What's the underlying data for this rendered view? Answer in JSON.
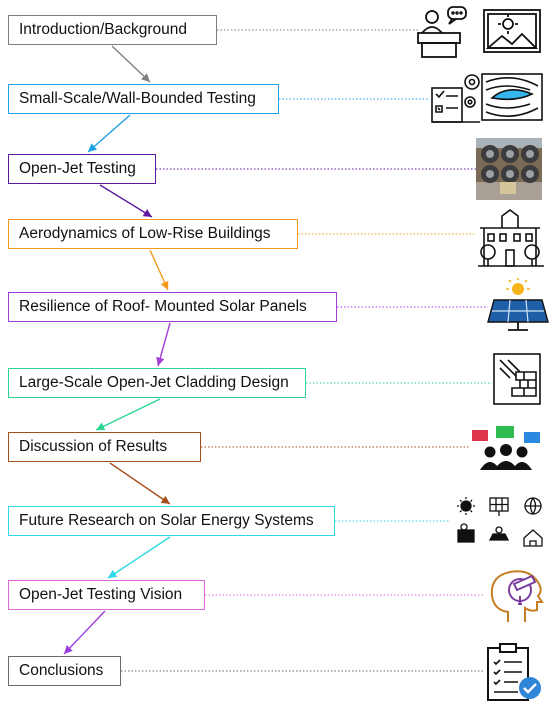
{
  "steps": [
    {
      "label": "Introduction/Background",
      "color": "#7f7f7f",
      "icon": "presenter-icon",
      "icon2": "landscape-icon"
    },
    {
      "label": "Small-Scale/Wall-Bounded Testing",
      "color": "#1fa2e6",
      "icon": "testing-gears-icon",
      "icon2": "airflow-wing-icon"
    },
    {
      "label": "Open-Jet Testing",
      "color": "#5b1a9e",
      "icon": "fan-array-photo-icon"
    },
    {
      "label": "Aerodynamics of Low-Rise Buildings",
      "color": "#f39a1e",
      "icon": "low-rise-building-icon"
    },
    {
      "label": "Resilience of Roof- Mounted Solar Panels",
      "color": "#a43ed8",
      "icon": "solar-panel-icon"
    },
    {
      "label": "Large-Scale Open-Jet Cladding Design",
      "color": "#2bd48f",
      "icon": "cladding-wall-icon"
    },
    {
      "label": "Discussion of Results",
      "color": "#a4501a",
      "icon": "discussion-group-icon"
    },
    {
      "label": "Future Research on Solar Energy Systems",
      "color": "#2cd9e6",
      "icon": "solar-energy-grid-icon"
    },
    {
      "label": "Open-Jet Testing Vision",
      "color": "#e06bdc",
      "icon": "vision-head-icon"
    },
    {
      "label": "Conclusions",
      "color": "#6a6a6a",
      "icon": "checklist-icon"
    }
  ],
  "arrow_colors": [
    "#7f7f7f",
    "#1fa2e6",
    "#5b1a9e",
    "#f39a1e",
    "#a43ed8",
    "#2bd48f",
    "#a4501a",
    "#2cd9e6",
    "#9c3de0"
  ]
}
